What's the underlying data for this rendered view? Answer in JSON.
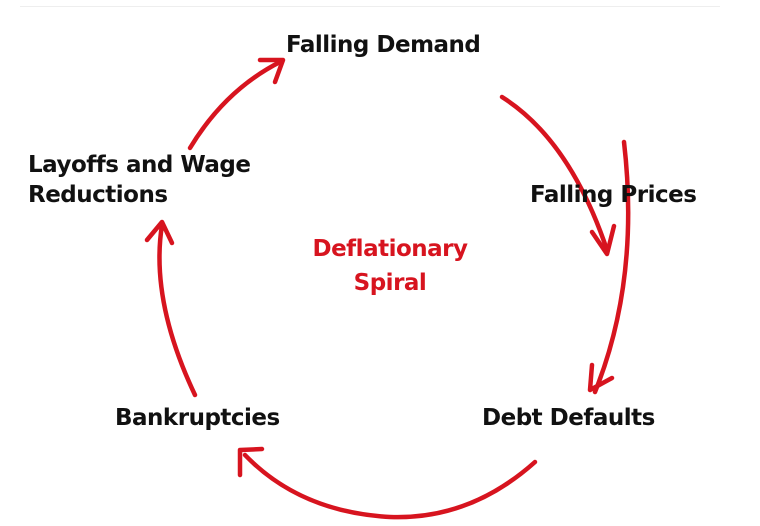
{
  "title": "Deflationary Spiral",
  "colors": {
    "accent": "#d7141f",
    "text": "#111111"
  },
  "center_label": [
    "Deflationary",
    "Spiral"
  ],
  "nodes": [
    {
      "label": "Falling Demand"
    },
    {
      "label": "Falling Prices"
    },
    {
      "label": "Debt Defaults"
    },
    {
      "label": "Bankruptcies"
    },
    {
      "label": "Layoffs and Wage Reductions",
      "lines": [
        "Layoffs and Wage",
        "Reductions"
      ]
    }
  ],
  "edges": [
    {
      "from": "Falling Demand",
      "to": "Falling Prices"
    },
    {
      "from": "Falling Prices",
      "to": "Debt Defaults"
    },
    {
      "from": "Debt Defaults",
      "to": "Bankruptcies"
    },
    {
      "from": "Bankruptcies",
      "to": "Layoffs and Wage Reductions"
    },
    {
      "from": "Layoffs and Wage Reductions",
      "to": "Falling Demand"
    }
  ]
}
